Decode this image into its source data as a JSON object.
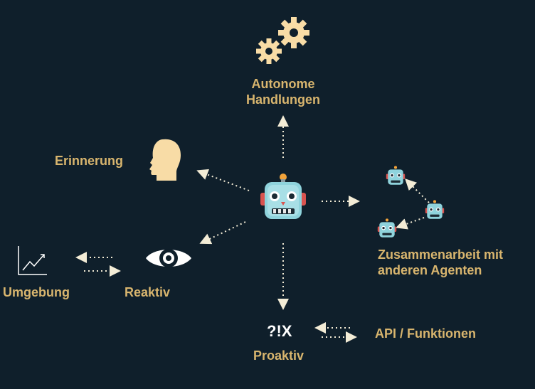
{
  "colors": {
    "background": "#0f1f2b",
    "label": "#d8b56e",
    "arrow": "#f3ecd6",
    "head": "#f8dca6",
    "robot_face": "#8fd3dc",
    "robot_ear": "#d9534f"
  },
  "center": {
    "icon": "robot-icon"
  },
  "nodes": {
    "autonomous": {
      "line1": "Autonome",
      "line2": "Handlungen",
      "icon": "gears-icon"
    },
    "memory": {
      "label": "Erinnerung",
      "icon": "head-silhouette-icon"
    },
    "reactive": {
      "label": "Reaktiv",
      "icon": "eye-icon"
    },
    "environment": {
      "label": "Umgebung",
      "icon": "chart-icon"
    },
    "proactive": {
      "symbol": "?!X",
      "label": "Proaktiv"
    },
    "api": {
      "label": "API / Funktionen"
    },
    "collaboration": {
      "line1": "Zusammenarbeit mit",
      "line2": "anderen Agenten",
      "icon": "robot-icon"
    }
  }
}
